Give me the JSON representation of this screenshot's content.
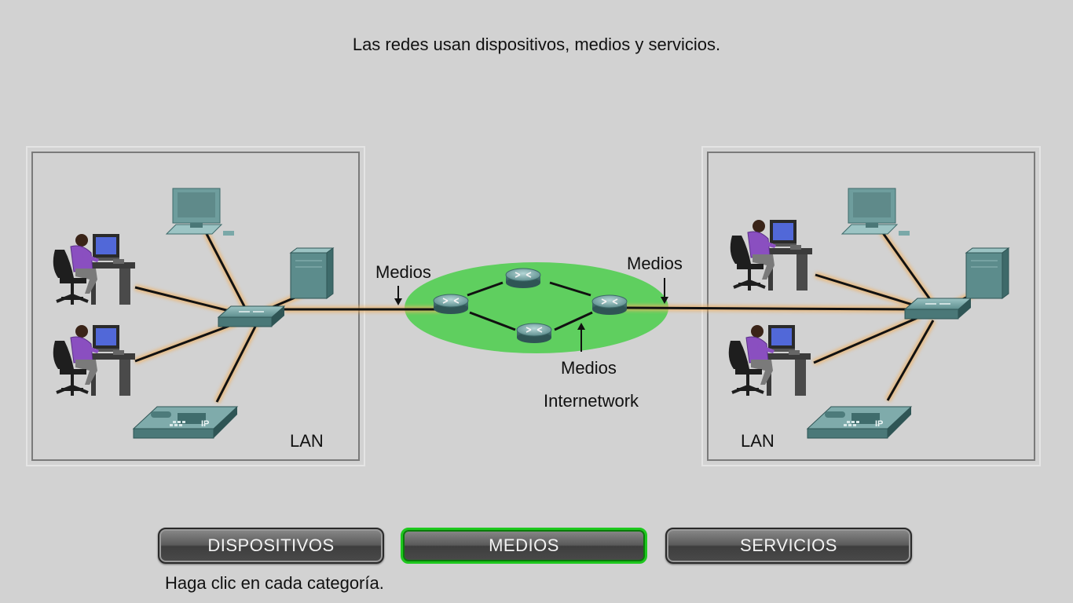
{
  "title": "Las redes usan dispositivos, medios y servicios.",
  "diagram": {
    "lan_left_label": "LAN",
    "lan_right_label": "LAN",
    "media_labels": [
      "Medios",
      "Medios",
      "Medios"
    ],
    "internetwork_label": "Internetwork",
    "ip_phone_badge": "IP",
    "colors": {
      "background": "#d2d2d2",
      "cloud": "#5fcf5f",
      "link": "#111111",
      "link_glow": "#f0b060",
      "device": "#5e8e8e",
      "person_shirt": "#8a4fc0"
    }
  },
  "buttons": [
    {
      "label": "DISPOSITIVOS",
      "active": false
    },
    {
      "label": "MEDIOS",
      "active": true
    },
    {
      "label": "SERVICIOS",
      "active": false
    }
  ],
  "hint": "Haga clic en cada categoría."
}
